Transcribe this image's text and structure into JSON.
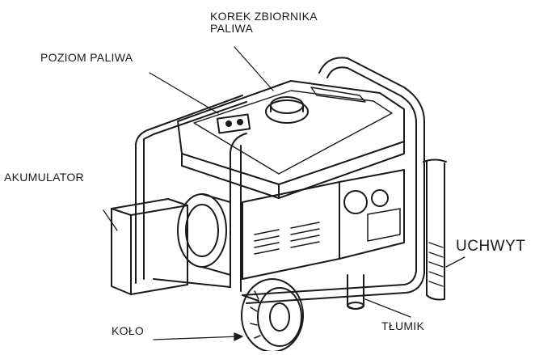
{
  "labels": {
    "fuel_cap_line1": "KOREK ZBIORNIKA",
    "fuel_cap_line2": "PALIWA",
    "fuel_level": "POZIOM PALIWA",
    "battery": "AKUMULATOR",
    "handle": "UCHWYT",
    "muffler": "TŁUMIK",
    "wheel": "KOŁO"
  },
  "colors": {
    "ink": "#1a1a1a",
    "background": "#ffffff"
  }
}
